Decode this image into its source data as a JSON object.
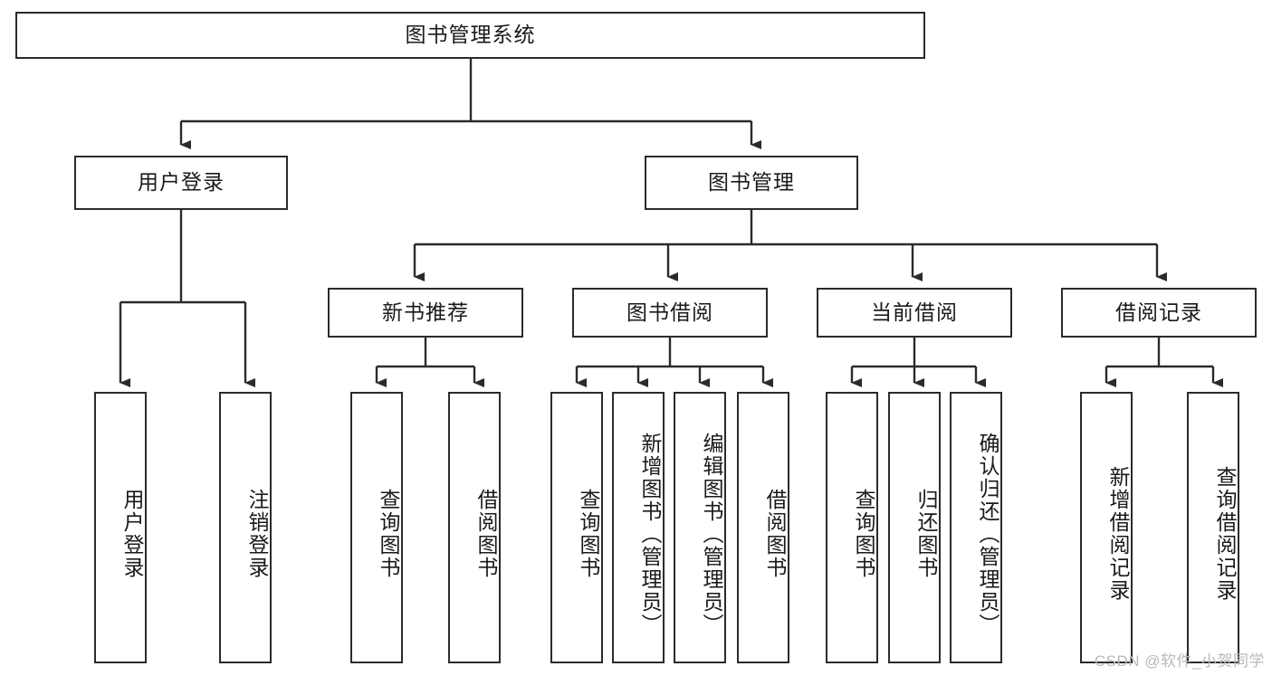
{
  "diagram": {
    "title": "图书管理系统",
    "watermark": "CSDN @软件_小贺同学",
    "colors": {
      "background": "#ffffff",
      "box_border": "#2b2b2b",
      "box_fill": "#ffffff",
      "connector": "#2b2b2b",
      "watermark_text": "#b9b9b9"
    },
    "levels": {
      "root": "图书管理系统",
      "level2": [
        "用户登录",
        "图书管理"
      ],
      "level3": [
        "新书推荐",
        "图书借阅",
        "当前借阅",
        "借阅记录"
      ]
    },
    "nodes": {
      "root": {
        "label": "图书管理系统"
      },
      "user_login": {
        "label": "用户登录"
      },
      "book_manage": {
        "label": "图书管理"
      },
      "new_book_rec": {
        "label": "新书推荐"
      },
      "book_borrow": {
        "label": "图书借阅"
      },
      "current_borrow": {
        "label": "当前借阅"
      },
      "borrow_record": {
        "label": "借阅记录"
      },
      "leaf_user_login": {
        "label": "用户登录"
      },
      "leaf_logout": {
        "label": "注销登录"
      },
      "leaf_query_book_1": {
        "label": "查询图书"
      },
      "leaf_borrow_book_1": {
        "label": "借阅图书"
      },
      "leaf_query_book_2": {
        "label": "查询图书"
      },
      "leaf_add_book_admin": {
        "label": "新增图书（管理员）"
      },
      "leaf_edit_book_admin": {
        "label": "编辑图书（管理员）"
      },
      "leaf_borrow_book_2": {
        "label": "借阅图书"
      },
      "leaf_query_book_3": {
        "label": "查询图书"
      },
      "leaf_return_book": {
        "label": "归还图书"
      },
      "leaf_confirm_return_admin": {
        "label": "确认归还（管理员）"
      },
      "leaf_add_record": {
        "label": "新增借阅记录"
      },
      "leaf_query_record": {
        "label": "查询借阅记录"
      }
    },
    "tree": [
      {
        "label": "图书管理系统",
        "children": [
          {
            "label": "用户登录",
            "children": [
              {
                "label": "用户登录"
              },
              {
                "label": "注销登录"
              }
            ]
          },
          {
            "label": "图书管理",
            "children": [
              {
                "label": "新书推荐",
                "children": [
                  {
                    "label": "查询图书"
                  },
                  {
                    "label": "借阅图书"
                  }
                ]
              },
              {
                "label": "图书借阅",
                "children": [
                  {
                    "label": "查询图书"
                  },
                  {
                    "label": "新增图书（管理员）"
                  },
                  {
                    "label": "编辑图书（管理员）"
                  },
                  {
                    "label": "借阅图书"
                  }
                ]
              },
              {
                "label": "当前借阅",
                "children": [
                  {
                    "label": "查询图书"
                  },
                  {
                    "label": "归还图书"
                  },
                  {
                    "label": "确认归还（管理员）"
                  }
                ]
              },
              {
                "label": "借阅记录",
                "children": [
                  {
                    "label": "新增借阅记录"
                  },
                  {
                    "label": "查询借阅记录"
                  }
                ]
              }
            ]
          }
        ]
      }
    ]
  }
}
